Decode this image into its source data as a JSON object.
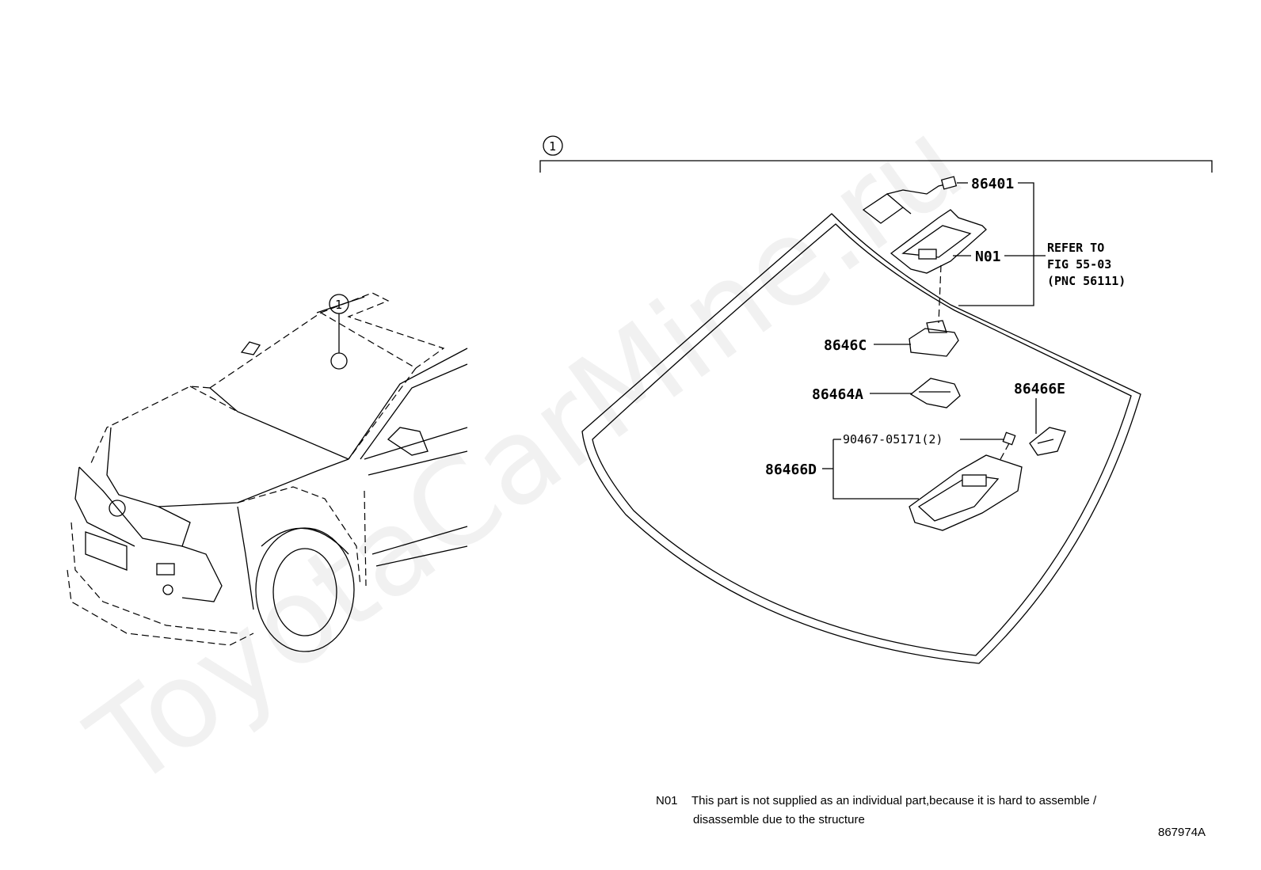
{
  "watermark": "ToyotaCarMine.ru",
  "callout_number": "1",
  "labels": {
    "p86401": "86401",
    "n01": "N01",
    "refer_line1": "REFER TO",
    "refer_line2": "FIG 55-03",
    "refer_line3": "(PNC 56111)",
    "p8646c": "8646C",
    "p86464a": "86464A",
    "p86466e": "86466E",
    "p90467": "90467-05171(2)",
    "p86466d": "86466D"
  },
  "footnote": {
    "code": "N01",
    "line1": "This part is not supplied as an individual part,because it is hard to assemble /",
    "line2": "disassemble due to the structure"
  },
  "figure_id": "867974A"
}
